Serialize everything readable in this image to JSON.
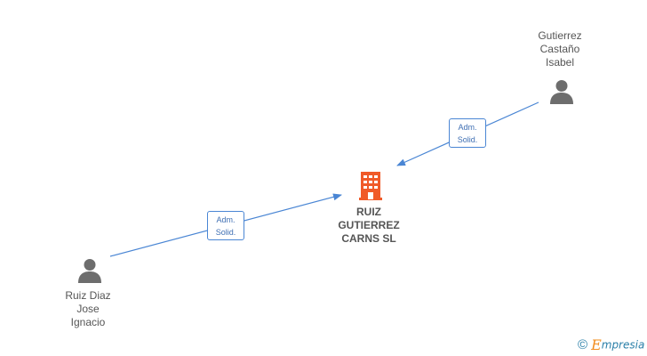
{
  "company": {
    "name_lines": [
      "RUIZ",
      "GUTIERREZ",
      "CARNS SL"
    ],
    "icon": "building-icon",
    "color": "#f05a28"
  },
  "people": [
    {
      "id": "gutierrez",
      "name_lines": [
        "Gutierrez",
        "Castaño",
        "Isabel"
      ],
      "icon": "person-icon",
      "relation_lines": [
        "Adm.",
        "Solid."
      ]
    },
    {
      "id": "ruiz",
      "name_lines": [
        "Ruiz Diaz",
        "Jose",
        "Ignacio"
      ],
      "icon": "person-icon",
      "relation_lines": [
        "Adm.",
        "Solid."
      ]
    }
  ],
  "colors": {
    "edge": "#4a86d4",
    "person": "#6d6d6d",
    "label_text": "#555555"
  },
  "watermark": {
    "copyright_symbol": "©",
    "brand_first": "E",
    "brand_rest": "mpresia"
  }
}
